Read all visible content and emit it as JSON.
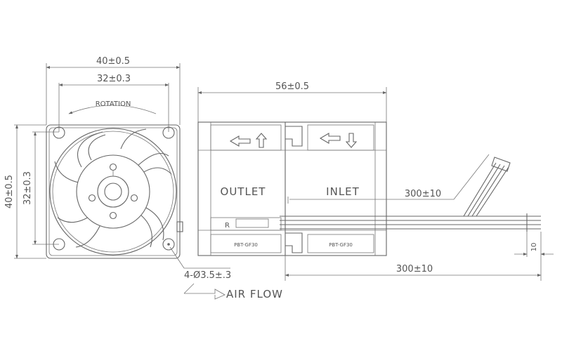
{
  "front_view": {
    "overall_width": "40±0.5",
    "hole_pitch_width": "32±0.3",
    "overall_height": "40±0.5",
    "hole_pitch_height": "32±0.3",
    "rotation": "ROTATION",
    "hole_spec": "4-Ø3.5±.3",
    "air_flow": "AIR FLOW",
    "hub_mark": "R"
  },
  "side_view": {
    "depth": "56±0.5",
    "outlet": "OUTLET",
    "inlet": "INLET",
    "material_mark": "PBT-GF30",
    "lead_length_top": "300±10",
    "lead_length_bottom": "300±10",
    "strip_length": "10"
  },
  "colors": {
    "line": "#666666",
    "text": "#555555",
    "background": "#ffffff"
  }
}
